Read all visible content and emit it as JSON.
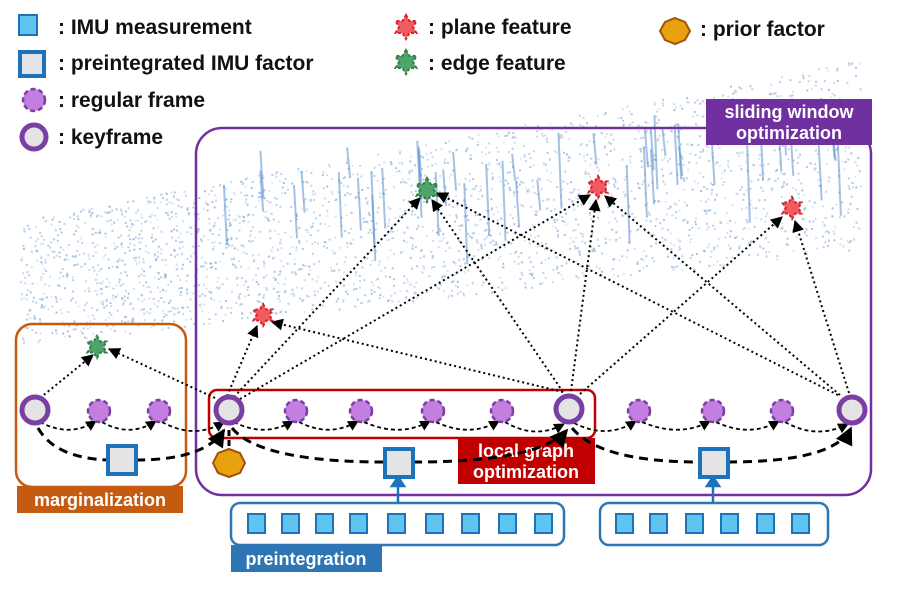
{
  "legend": {
    "imu_measurement": ": IMU measurement",
    "preintegrated_imu_factor": ": preintegrated IMU factor",
    "regular_frame": ": regular frame",
    "keyframe": ": keyframe",
    "plane_feature": ": plane feature",
    "edge_feature": ": edge feature",
    "prior_factor": ": prior factor"
  },
  "labels": {
    "sliding_window_line1": "sliding window",
    "sliding_window_line2": "optimization",
    "local_graph_line1": "local graph",
    "local_graph_line2": "optimization",
    "marginalization": "marginalization",
    "preintegration": "preintegration"
  },
  "colors": {
    "imu_blue": "#1d73bb",
    "imu_fill": "#5fc4f0",
    "frame_purple": "#7b3fa4",
    "frame_fill": "#c27fe0",
    "keyframe_fill": "#e4e4e4",
    "plane_red": "#d7212a",
    "edge_green": "#2f7d4a",
    "prior_orange": "#e8a20f",
    "sliding_window": "#7030a0",
    "local_graph": "#c00000",
    "marginalization": "#c55a11",
    "preintegration": "#2e75b6"
  }
}
